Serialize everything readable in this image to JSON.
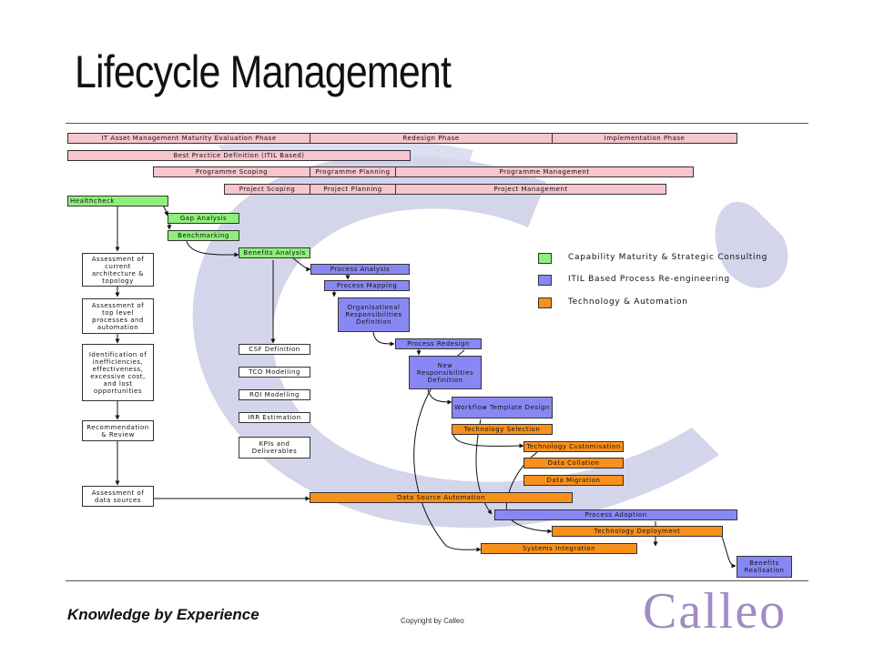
{
  "title": "Lifecycle Management",
  "colors": {
    "pink": "#f6c5ce",
    "green": "#8ef07a",
    "blue": "#8888f4",
    "orange": "#f8901c",
    "brand": "#a08cc4"
  },
  "phases": {
    "row1": [
      "IT Asset Management Maturity Evaluation Phase",
      "Redesign Phase",
      "Implementation Phase"
    ],
    "row2": [
      "Best Practice Definition (ITIL Based)"
    ],
    "row3": [
      "Programme Scoping",
      "Programme Planning",
      "Programme Management"
    ],
    "row4": [
      "Project Scoping",
      "Project Planning",
      "Project Management"
    ]
  },
  "green_tasks": [
    "Healthcheck",
    "Gap Analysis",
    "Benchmarking",
    "Benefits Analysis"
  ],
  "assessment_steps": [
    "Assessment of current architecture & topology",
    "Assessment of top level processes and automation",
    "Identification of inefficiencies, effectiveness, excessive cost, and lost opportunities",
    "Recommendation & Review",
    "Assessment of data sources"
  ],
  "financial_steps": [
    "CSF Definition",
    "TCO Modelling",
    "ROI Modelling",
    "IRR Estimation",
    "KPIs and Deliverables"
  ],
  "blue_tasks": [
    "Process Analysis",
    "Process Mapping",
    "Organisational Responsibilities Definition",
    "Process Redesign",
    "New Responsibilities Definition",
    "Workflow Template Design",
    "Process Adoption",
    "Benefits Realisation"
  ],
  "orange_tasks": [
    "Technology Selection",
    "Technology Customisation",
    "Data Collation",
    "Data Migration",
    "Data Source Automation",
    "Technology Deployment",
    "Systems Integration"
  ],
  "legend": [
    {
      "label": "Capability Maturity & Strategic Consulting",
      "color": "#8ef07a"
    },
    {
      "label": "ITIL Based Process Re-engineering",
      "color": "#8888f4"
    },
    {
      "label": "Technology & Automation",
      "color": "#f8901c"
    }
  ],
  "footer": {
    "tagline": "Knowledge by Experience",
    "copyright": "Copyright by Calleo",
    "brand": "Calleo"
  }
}
